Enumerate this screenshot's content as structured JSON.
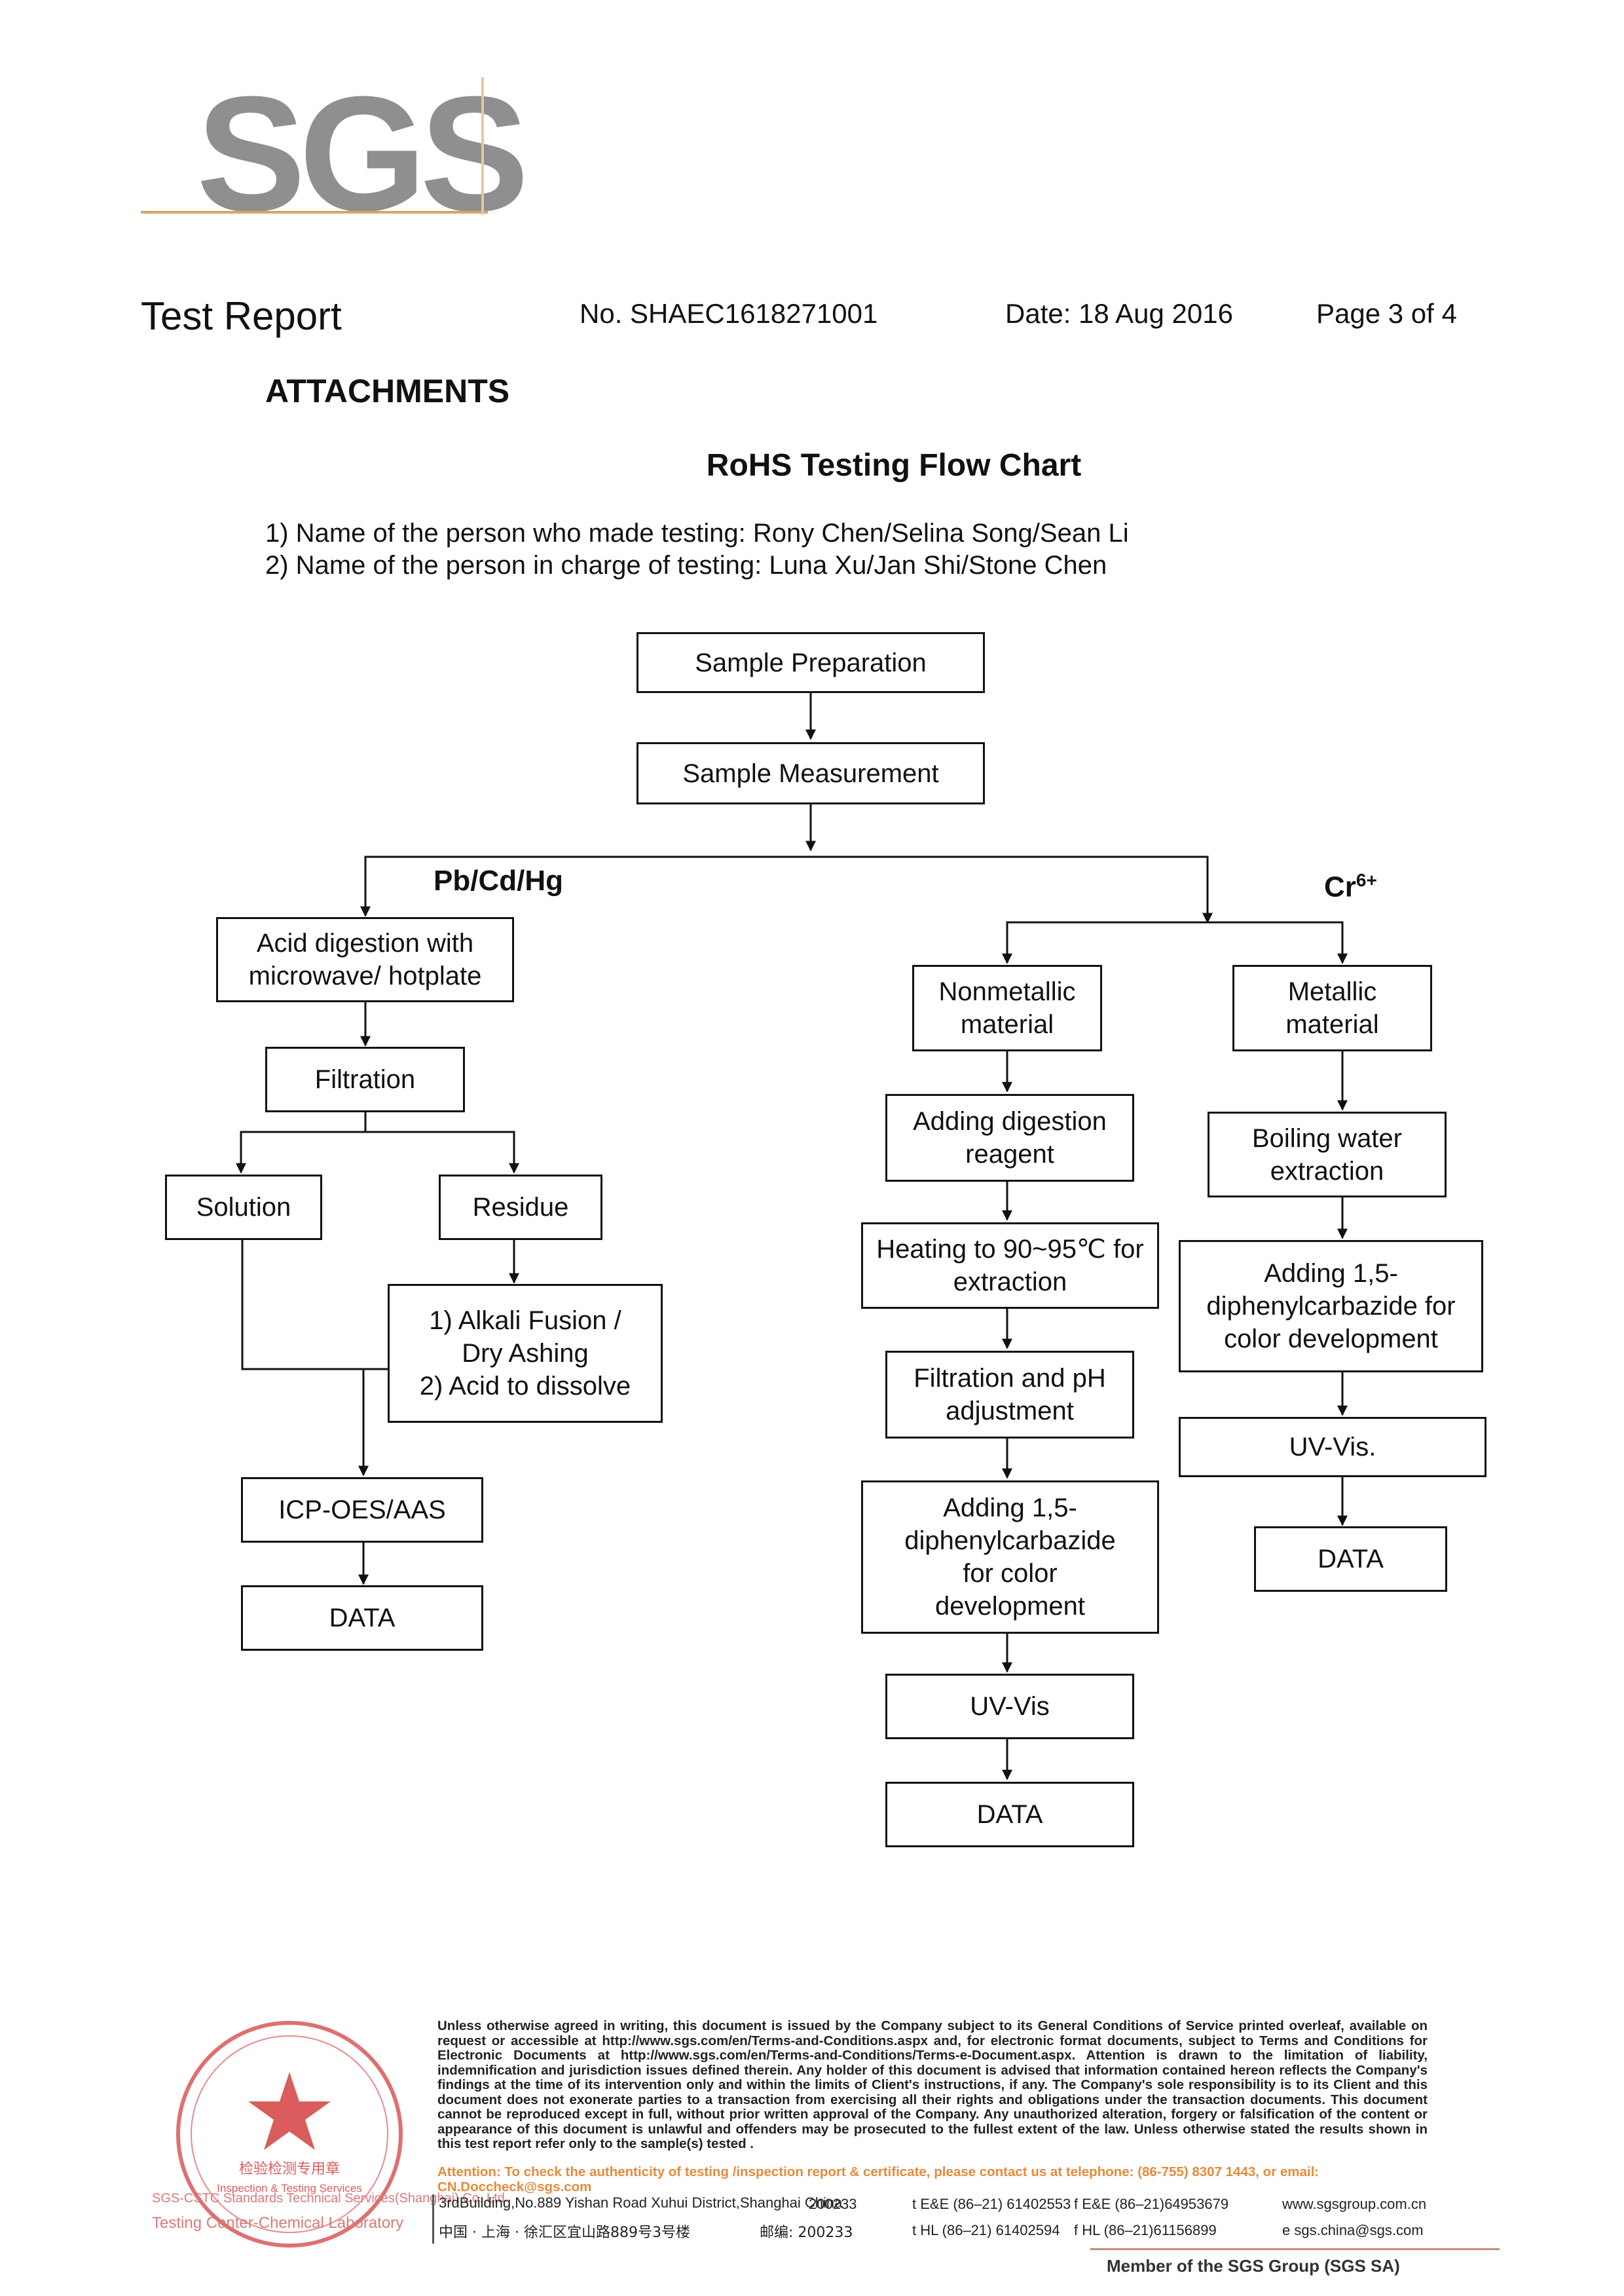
{
  "logo": {
    "text": "SGS"
  },
  "header": {
    "title": "Test Report",
    "number": "No. SHAEC1618271001",
    "date": "Date: 18 Aug 2016",
    "page": "Page 3 of 4"
  },
  "section": "ATTACHMENTS",
  "chart_title": "RoHS Testing Flow Chart",
  "persons": {
    "made": "1) Name of the person who made testing: Rony Chen/Selina Song/Sean Li",
    "charge": "2) Name of the person in charge of testing: Luna Xu/Jan Shi/Stone Chen"
  },
  "flow": {
    "sample_prep": "Sample Preparation",
    "sample_meas": "Sample Measurement",
    "branch_left": "Pb/Cd/Hg",
    "branch_right": "Cr",
    "branch_right_sup": "6+",
    "left": {
      "acid": "Acid digestion with microwave/ hotplate",
      "filtration": "Filtration",
      "solution": "Solution",
      "residue": "Residue",
      "alkali_1": "1) Alkali Fusion /",
      "alkali_2": "Dry Ashing",
      "alkali_3": "2) Acid to dissolve",
      "icp": "ICP-OES/AAS",
      "data": "DATA"
    },
    "middle": {
      "nonmetallic": "Nonmetallic material",
      "reagent": "Adding digestion reagent",
      "heating": "Heating to 90~95℃ for extraction",
      "filtration_ph": "Filtration and pH adjustment",
      "adding": "Adding 1,5-diphenylcarbazide for color development",
      "uvvis": "UV-Vis",
      "data": "DATA"
    },
    "right": {
      "metallic": "Metallic material",
      "boiling": "Boiling water extraction",
      "adding": "Adding 1,5-diphenylcarbazide for color development",
      "uvvis": "UV-Vis.",
      "data": "DATA"
    }
  },
  "footer": {
    "disclaimer": "Unless otherwise agreed in writing, this document is issued by the Company subject to its General Conditions of Service printed overleaf, available on request or accessible at http://www.sgs.com/en/Terms-and-Conditions.aspx and, for electronic format documents, subject to Terms and Conditions for Electronic Documents at http://www.sgs.com/en/Terms-and-Conditions/Terms-e-Document.aspx. Attention is drawn to the limitation of liability, indemnification and jurisdiction issues defined therein. Any holder of this document is advised that information contained hereon reflects the Company's findings at the time of its intervention only and within the limits of Client's instructions, if any. The Company's sole responsibility is to its Client and this document does not exonerate parties to a transaction from exercising all their rights and obligations under the transaction documents. This document cannot be reproduced except in full, without prior written approval of the Company. Any unauthorized alteration, forgery or falsification of the content or appearance of this document is unlawful and offenders may be prosecuted to the fullest extent of the law. Unless otherwise stated the results shown in this test report refer only to the sample(s) tested .",
    "attention": "Attention: To check the authenticity of testing /inspection report & certificate, please contact us at telephone: (86-755) 8307 1443, or email: CN.Doccheck@sgs.com",
    "addr_en": "3rdBuilding,No.889 Yishan Road Xuhui District,Shanghai China",
    "zip_en": "200233",
    "tel1": "t E&E (86–21) 61402553",
    "fax1": "f E&E (86–21)64953679",
    "web": "www.sgsgroup.com.cn",
    "addr_cn": "中国 · 上海 · 徐汇区宜山路889号3号楼",
    "zip_cn": "邮编: 200233",
    "tel2": "t HL (86–21) 61402594",
    "fax2": "f HL (86–21)61156899",
    "email": "e sgs.china@sgs.com",
    "lab_1": "SGS-CSTC Standards Technical Services(Shanghai) Co.,Ltd.",
    "lab_2": "Testing Center-Chemical Laboratory",
    "member": "Member of the SGS Group (SGS SA)"
  },
  "colors": {
    "logo_gray": "#8f8f8f",
    "logo_line": "#d9a36a",
    "attention": "#e58a3c",
    "stamp": "#d44040"
  }
}
